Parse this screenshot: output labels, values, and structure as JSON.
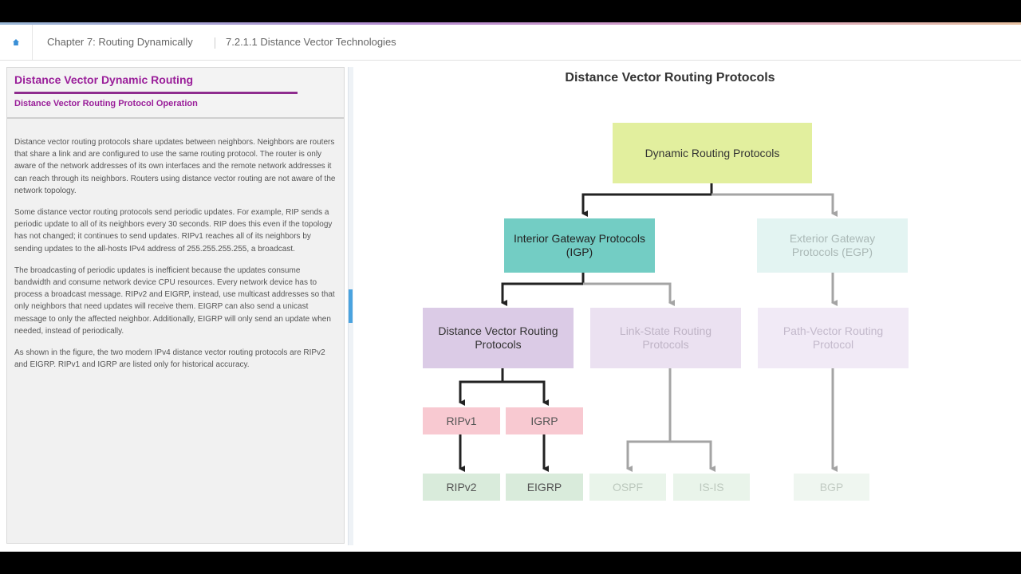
{
  "breadcrumb": {
    "chapter": "Chapter 7: Routing Dynamically",
    "section": "7.2.1.1 Distance Vector Technologies"
  },
  "left_panel": {
    "title": "Distance Vector Dynamic Routing",
    "subtitle": "Distance Vector Routing Protocol Operation",
    "paragraphs": [
      "Distance vector routing protocols share updates between neighbors. Neighbors are routers that share a link and are configured to use the same routing protocol. The router is only aware of the network addresses of its own interfaces and the remote network addresses it can reach through its neighbors. Routers using distance vector routing are not aware of the network topology.",
      "Some distance vector routing protocols send periodic updates. For example, RIP sends a periodic update to all of its neighbors every 30 seconds. RIP does this even if the topology has not changed; it continues to send updates. RIPv1 reaches all of its neighbors by sending updates to the all-hosts IPv4 address of 255.255.255.255, a broadcast.",
      "The broadcasting of periodic updates is inefficient because the updates consume bandwidth and consume network device CPU resources. Every network device has to process a broadcast message. RIPv2 and EIGRP, instead, use multicast addresses so that only neighbors that need updates will receive them. EIGRP can also send a unicast message to only the affected neighbor. Additionally, EIGRP will only send an update when needed, instead of periodically.",
      "As shown in the figure, the two modern IPv4 distance vector routing protocols are RIPv2 and EIGRP. RIPv1 and IGRP are listed only for historical accuracy."
    ]
  },
  "diagram": {
    "title": "Distance Vector Routing Protocols",
    "nodes": {
      "root": "Dynamic Routing Protocols",
      "igp": "Interior Gateway Protocols (IGP)",
      "egp": "Exterior Gateway Protocols (EGP)",
      "dv": "Distance Vector Routing Protocols",
      "ls": "Link-State Routing Protocols",
      "pv": "Path-Vector Routing Protocol",
      "ripv1": "RIPv1",
      "igrp": "IGRP",
      "ripv2": "RIPv2",
      "eigrp": "EIGRP",
      "ospf": "OSPF",
      "isis": "IS-IS",
      "bgp": "BGP"
    },
    "colors": {
      "root": "#e2ef9e",
      "igp": "#73cdc4",
      "egp": "#e3f4f2",
      "dv": "#dbcbe6",
      "ls": "#ebe1f1",
      "pv": "#f1eaf6",
      "rip_igrp": "#f8c9d1",
      "leaf_strong": "#d9ebdb",
      "leaf_faded": "#e9f4ea",
      "arrow_dark": "#222222",
      "arrow_grey": "#a4a4a4"
    }
  }
}
